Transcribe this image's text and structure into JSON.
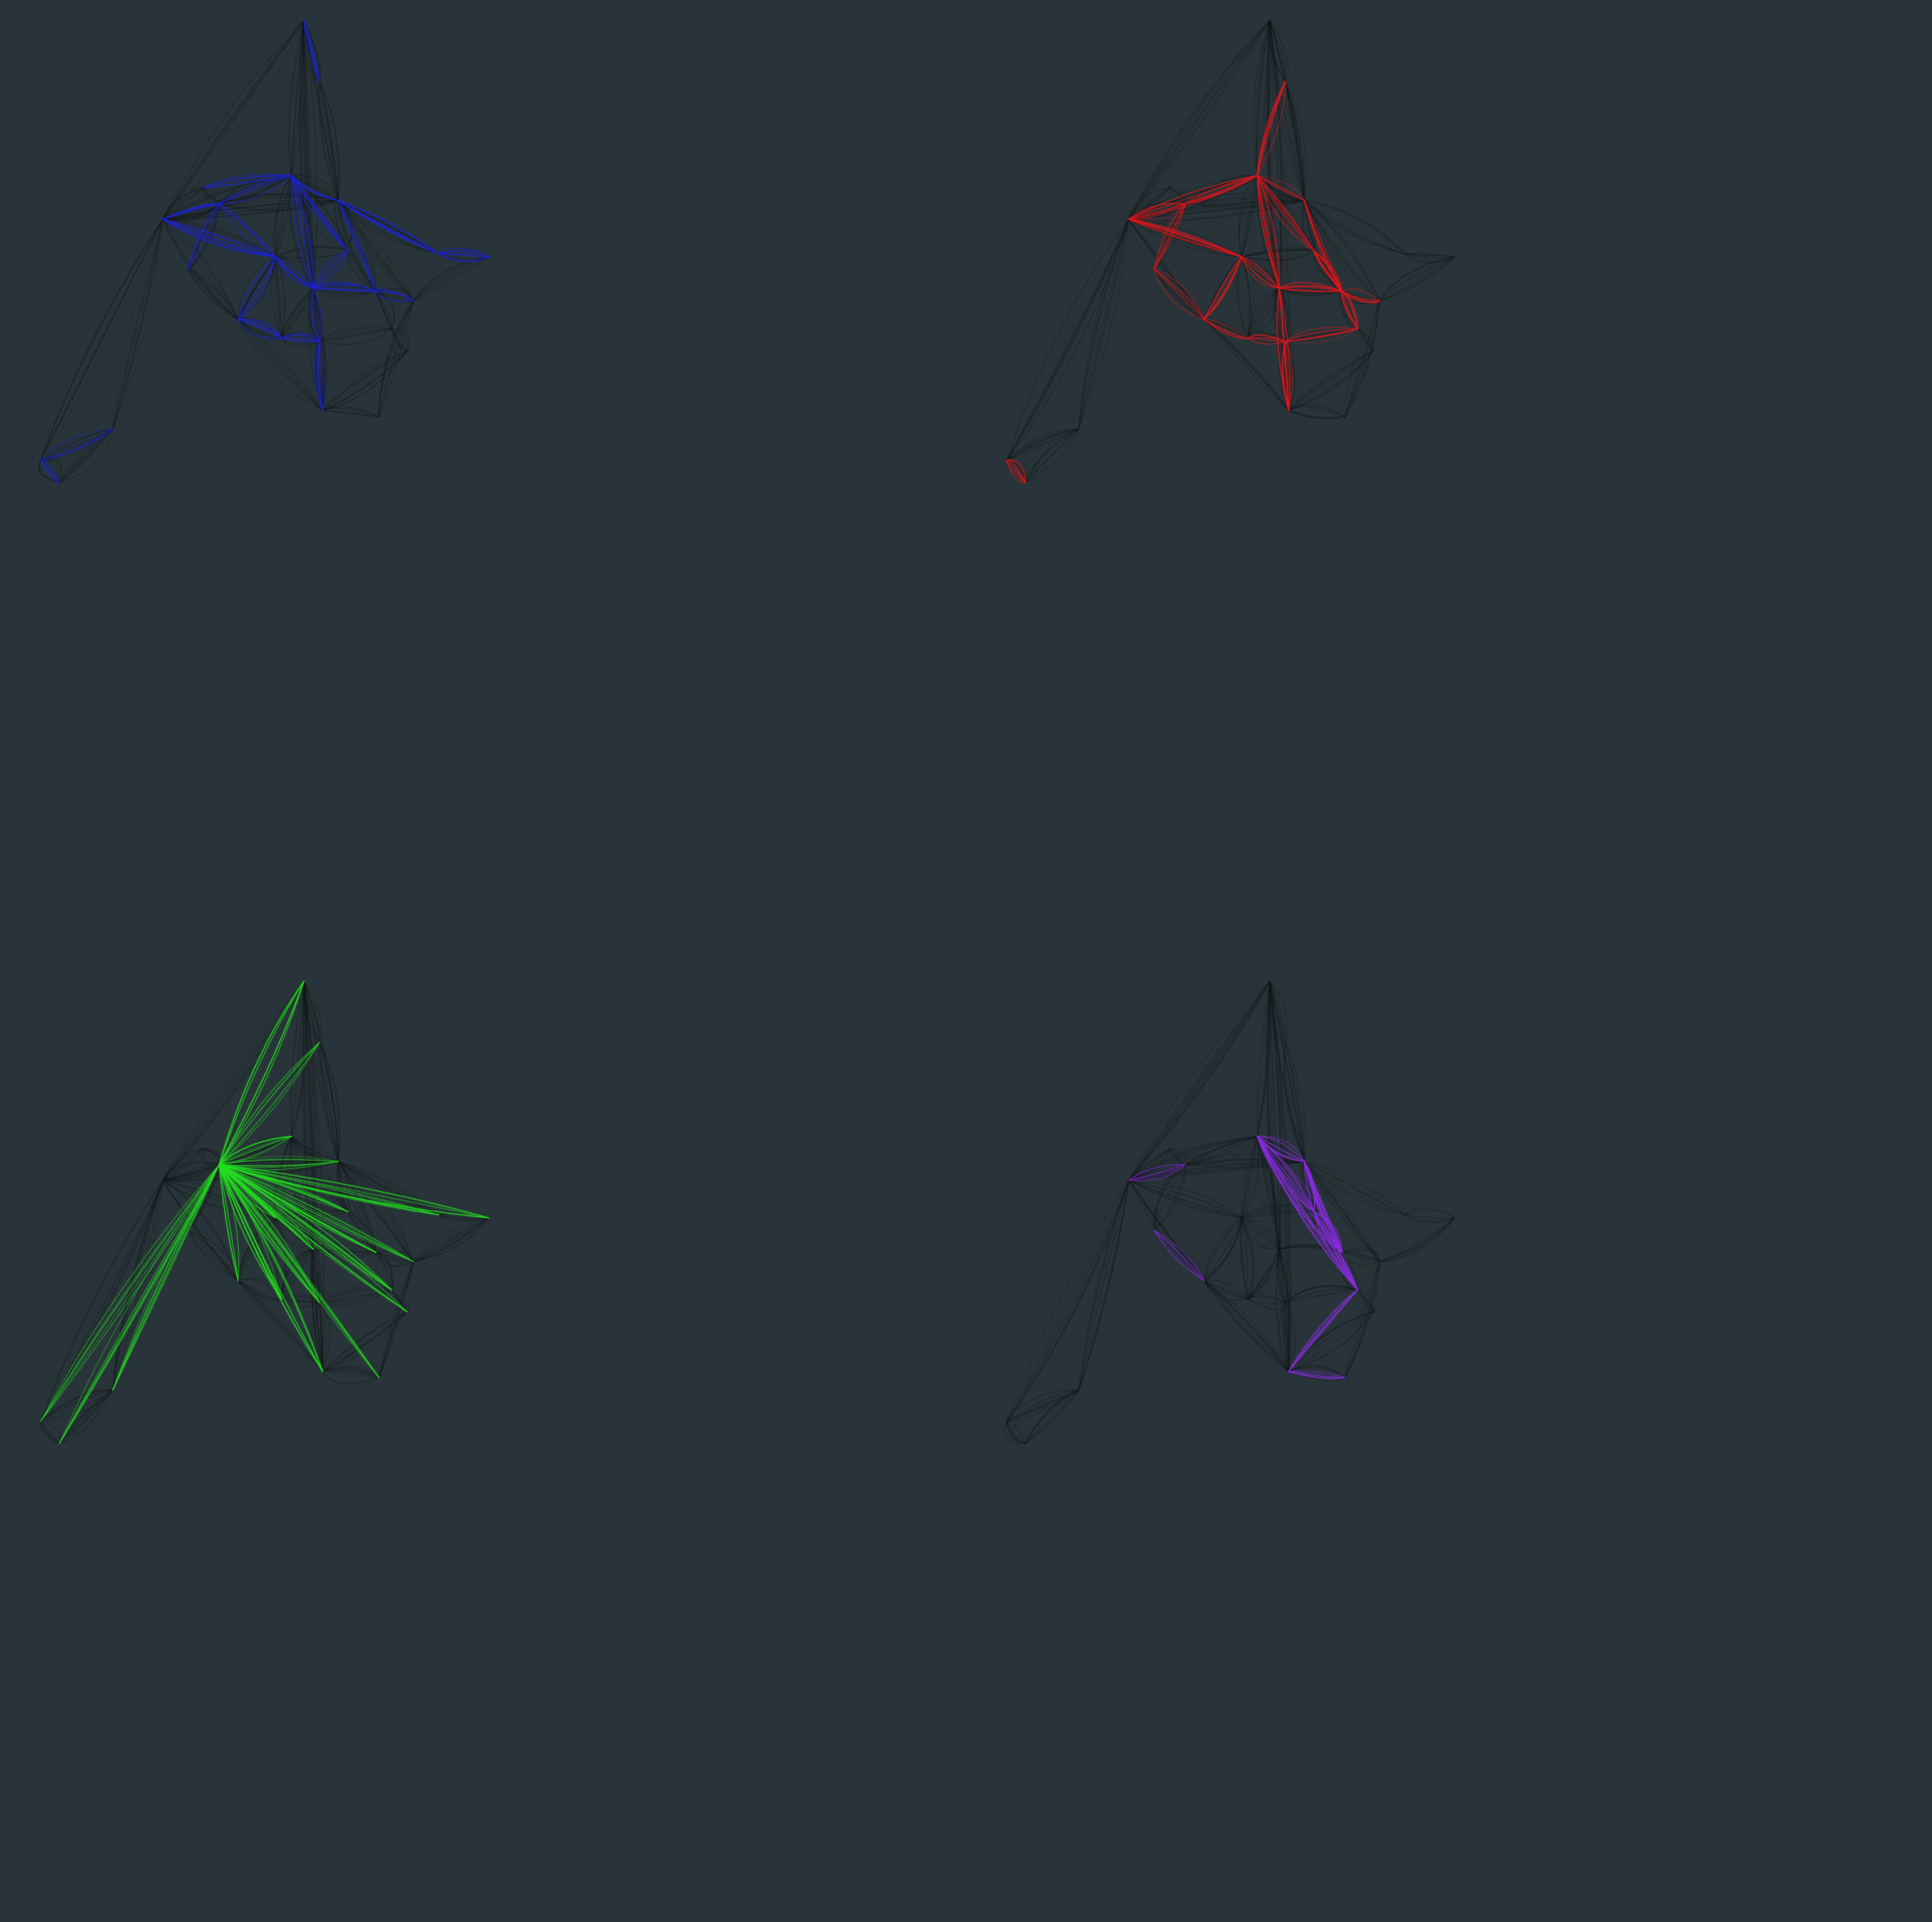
{
  "background_color": "#283439",
  "base_network_color": "#111416",
  "panels": [
    {
      "key": "top-left",
      "highlight_color": "#1a22d6",
      "pattern": "blue"
    },
    {
      "key": "top-right",
      "highlight_color": "#e8151a",
      "pattern": "red"
    },
    {
      "key": "bottom-left",
      "highlight_color": "#22e01e",
      "pattern": "green"
    },
    {
      "key": "bottom-right",
      "highlight_color": "#8a2be2",
      "pattern": "purple"
    }
  ]
}
